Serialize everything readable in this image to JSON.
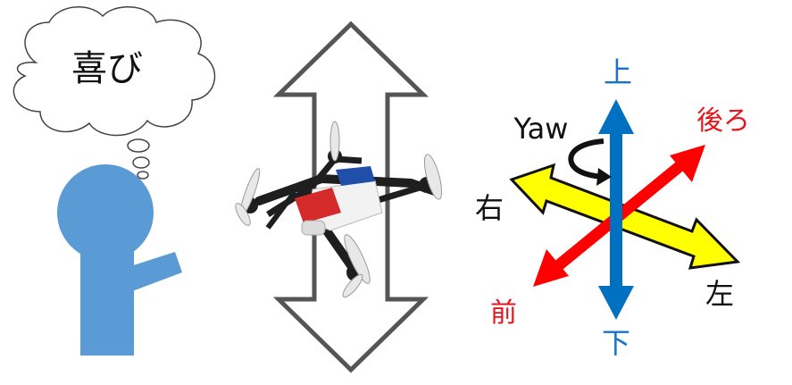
{
  "thought": {
    "text": "喜び"
  },
  "axes": {
    "up": {
      "text": "上",
      "color": "#1874c8"
    },
    "down": {
      "text": "下",
      "color": "#1874c8"
    },
    "front": {
      "text": "前",
      "color": "#e8141c"
    },
    "back": {
      "text": "後ろ",
      "color": "#e8141c"
    },
    "right": {
      "text": "右",
      "color": "#111111"
    },
    "left": {
      "text": "左",
      "color": "#111111"
    },
    "yaw": {
      "text": "Yaw",
      "color": "#111111"
    }
  },
  "colors": {
    "person": "#5b9bd5",
    "vertical_axis": "#0070c0",
    "depth_axis": "#ff0000",
    "lateral_axis": "#ffff00",
    "outline": "#555555"
  },
  "icons": [
    "thought-cloud-icon",
    "person-icon",
    "vertical-double-arrow-icon",
    "drone-icon",
    "yaw-rotation-icon"
  ]
}
